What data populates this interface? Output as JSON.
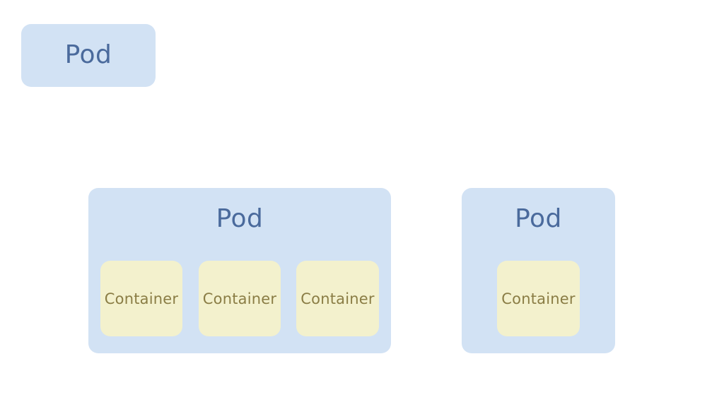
{
  "diagram": {
    "pods": [
      {
        "label": "Pod",
        "containers": []
      },
      {
        "label": "Pod",
        "containers": [
          "Container",
          "Container",
          "Container"
        ]
      },
      {
        "label": "Pod",
        "containers": [
          "Container"
        ]
      }
    ]
  },
  "colors": {
    "pod_fill": "#d2e2f4",
    "pod_text": "#4a6a9c",
    "container_fill": "#f3f1cd",
    "container_text": "#8a7d45",
    "background": "#ffffff"
  }
}
